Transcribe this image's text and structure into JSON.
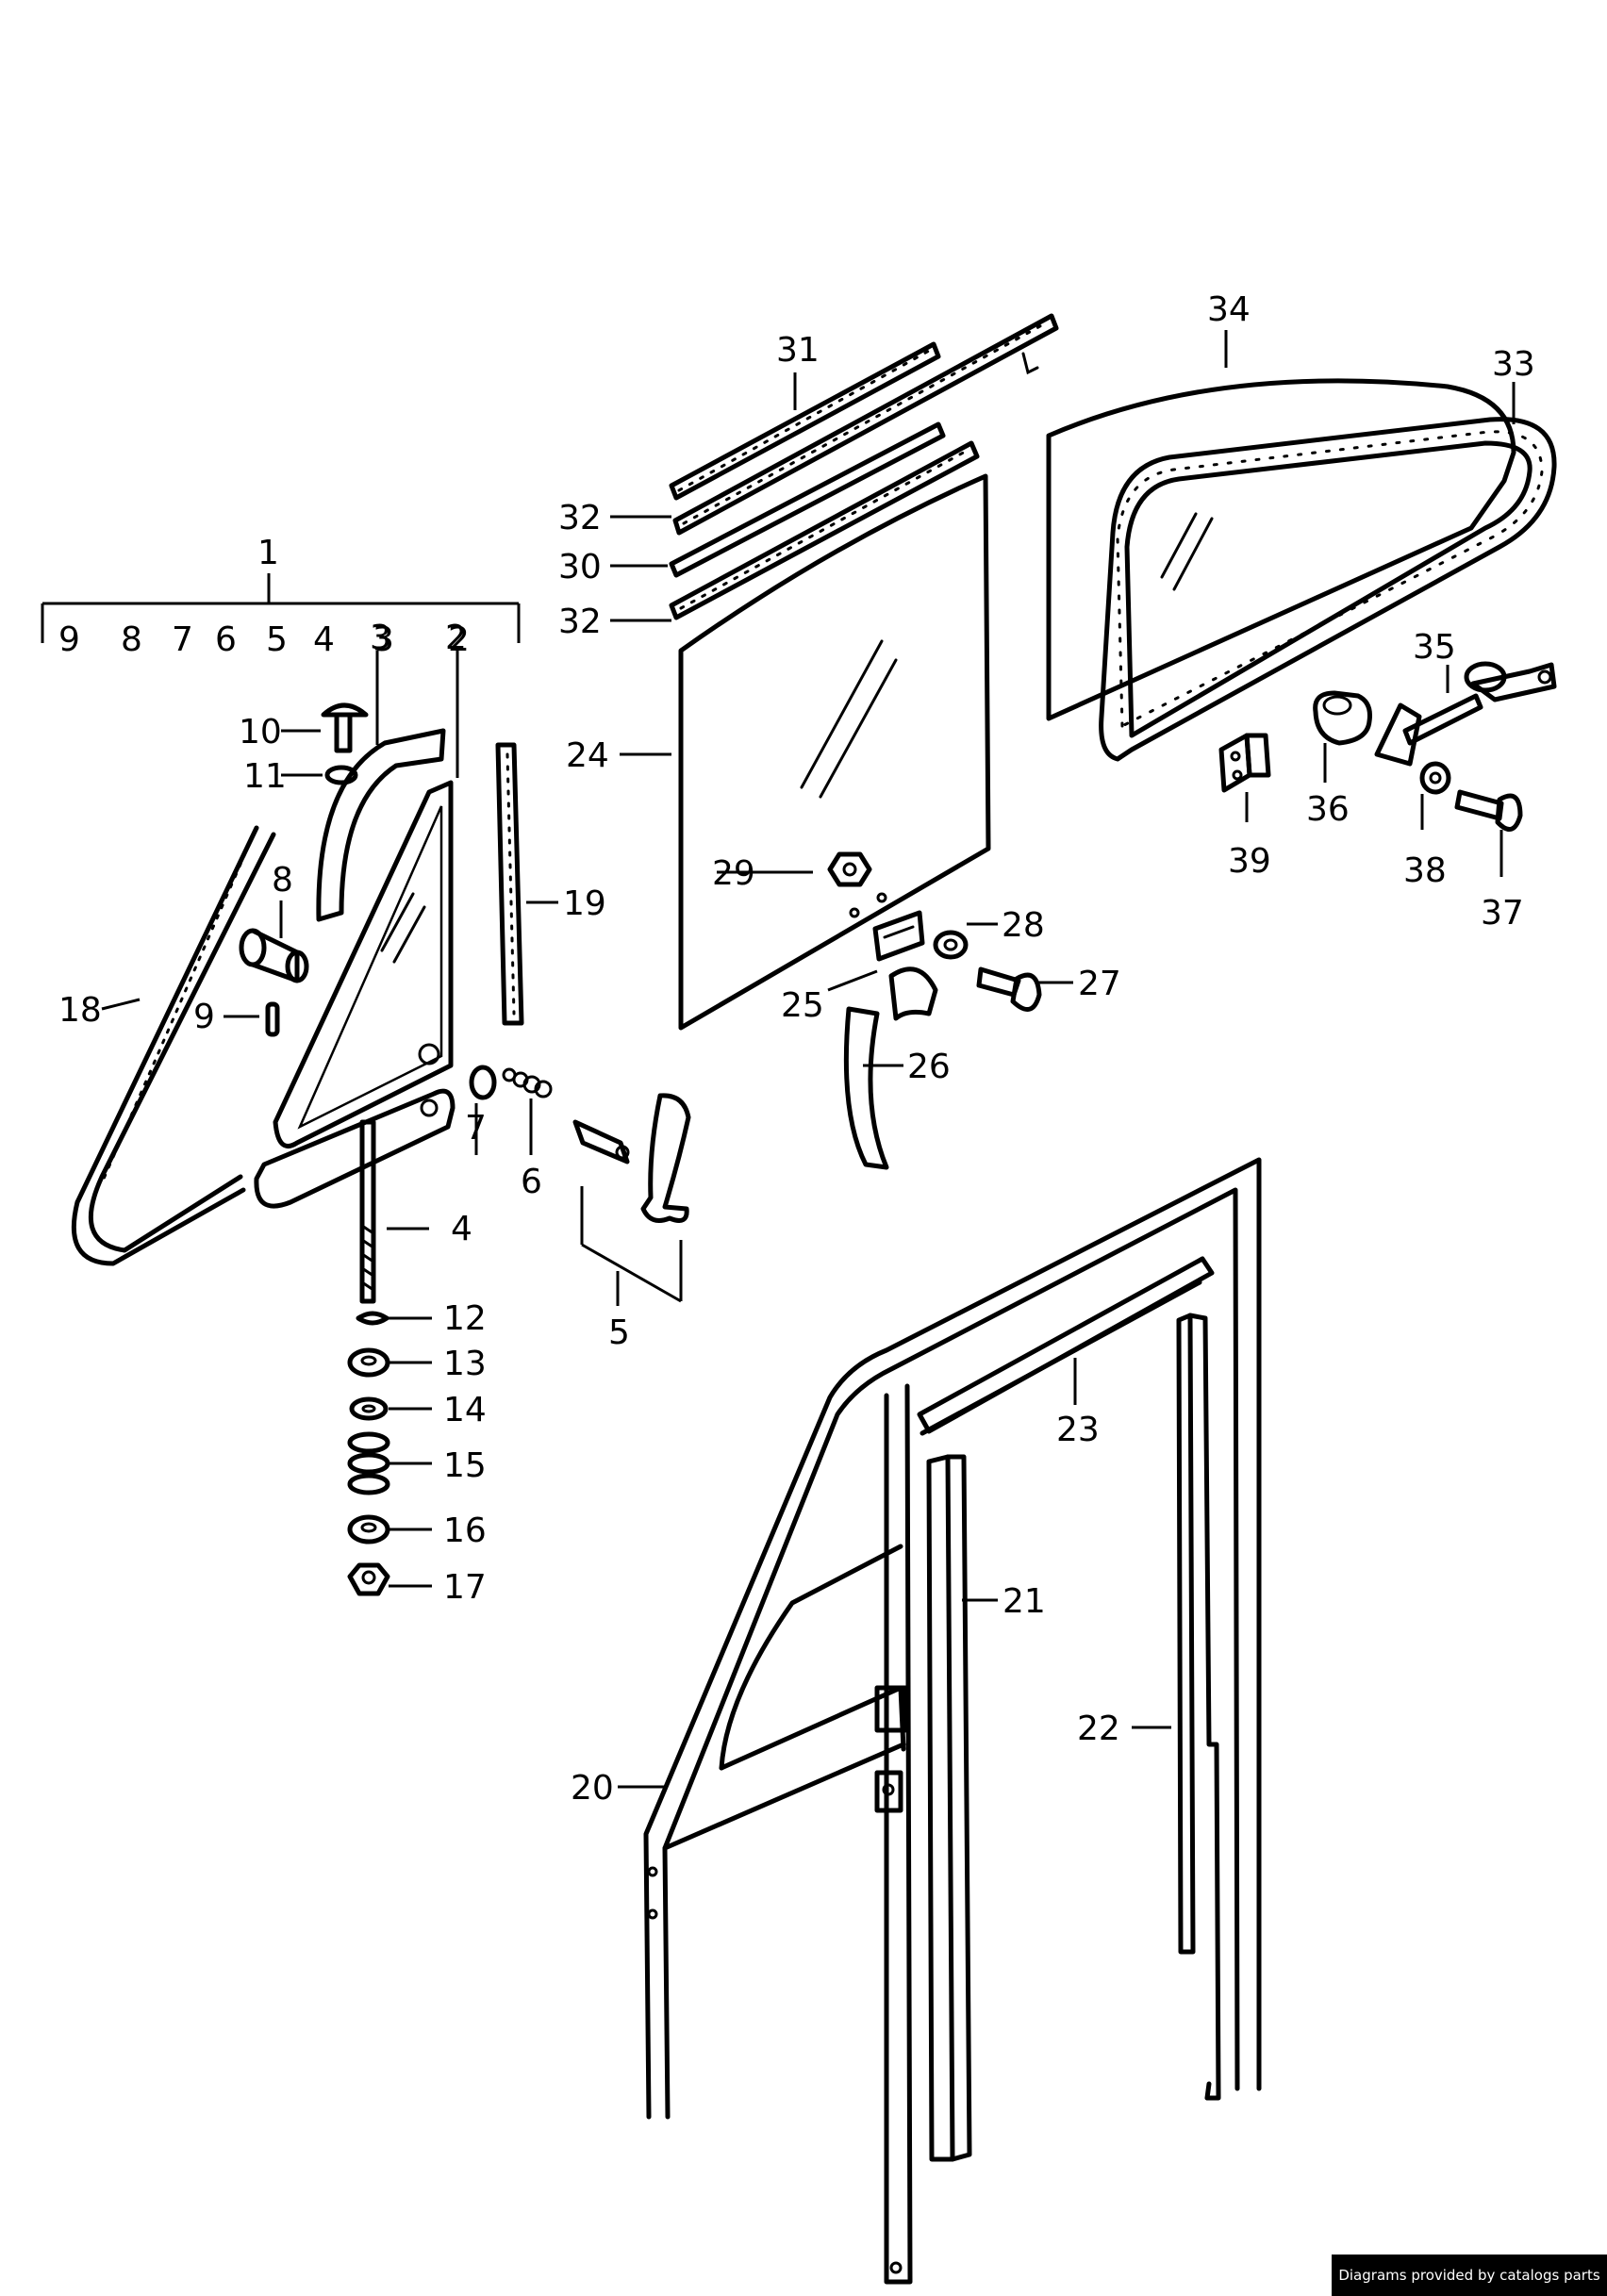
{
  "callouts": {
    "c1": "1",
    "c2": "2",
    "c3": "3",
    "c4": "4",
    "c5": "5",
    "c6": "6",
    "c7": "7",
    "c8": "8",
    "c9": "9",
    "c10": "10",
    "c11": "11",
    "c12": "12",
    "c13": "13",
    "c14": "14",
    "c15": "15",
    "c16": "16",
    "c17": "17",
    "c18": "18",
    "c19": "19",
    "c20": "20",
    "c21": "21",
    "c22": "22",
    "c23": "23",
    "c24": "24",
    "c25": "25",
    "c26": "26",
    "c27": "27",
    "c28": "28",
    "c29": "29",
    "c30": "30",
    "c31": "31",
    "c32a": "32",
    "c32b": "32",
    "c33": "33",
    "c34": "34",
    "c35": "35",
    "c36": "36",
    "c37": "37",
    "c38": "38",
    "c39": "39"
  },
  "bracket_1": [
    "9",
    "8",
    "7",
    "6",
    "5",
    "4",
    "3",
    "2"
  ],
  "credit": "Diagrams provided by catalogs parts"
}
